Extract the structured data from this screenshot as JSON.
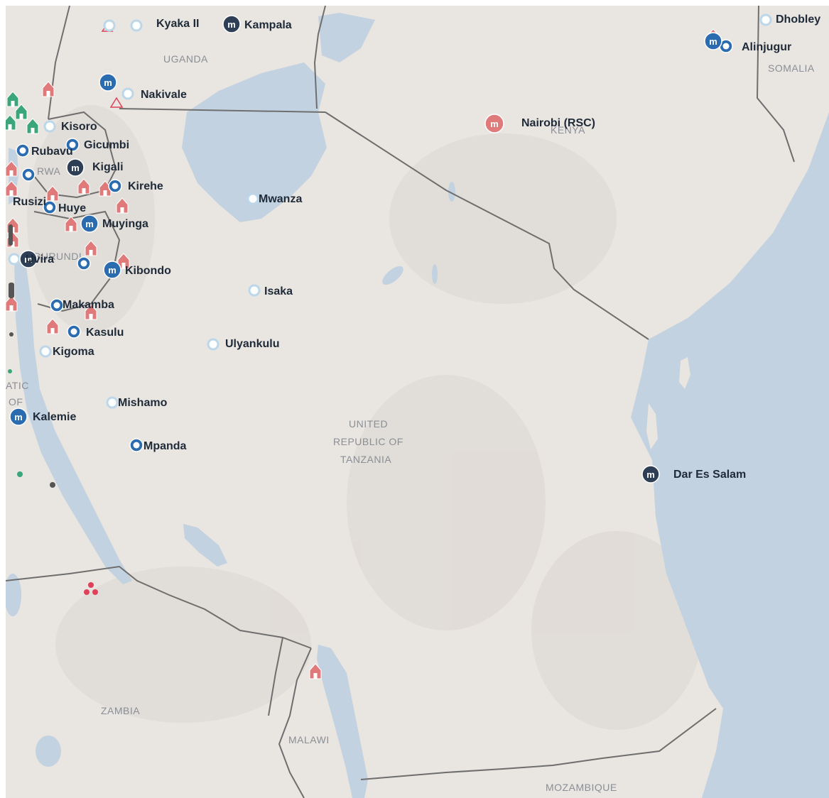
{
  "map": {
    "colors": {
      "land": "#e9e5e1",
      "water": "#c3d2e0",
      "border": "#6e6e6e",
      "office_blue": "#2b6cb0",
      "office_dark": "#2d3e55",
      "light_marker": "#bcd7ea",
      "camp_red": "#e07a7a",
      "green": "#3aa67a"
    },
    "countries": {
      "uganda": "UGANDA",
      "kenya": "KENYA",
      "somalia": "SOMALIA",
      "rwanda": "RWA",
      "burundi": "BURUNDI",
      "drc_1": "ATIC",
      "drc_2": "OF",
      "tanzania_1": "UNITED",
      "tanzania_2": "REPUBLIC OF",
      "tanzania_3": "TANZANIA",
      "zambia": "ZAMBIA",
      "malawi": "MALAWI",
      "mozambique": "MOZAMBIQUE"
    },
    "places": {
      "kyaka": "Kyaka II",
      "kampala": "Kampala",
      "nakivale": "Nakivale",
      "dhobley": "Dhobley",
      "alinjugur": "Alinjugur",
      "nairobi": "Nairobi (RSC)",
      "kisoro": "Kisoro",
      "rubavu": "Rubavu",
      "gicumbi": "Gicumbi",
      "kigali": "Kigali",
      "kirehe": "Kirehe",
      "mwanza": "Mwanza",
      "rusizi": "Rusizi",
      "huye": "Huye",
      "muyinga": "Muyinga",
      "uvira": "Uvira",
      "kibondo": "Kibondo",
      "isaka": "Isaka",
      "makamba": "Makamba",
      "kasulu": "Kasulu",
      "kigoma": "Kigoma",
      "ulyankulu": "Ulyankulu",
      "mishamo": "Mishamo",
      "kalemie": "Kalemie",
      "mpanda": "Mpanda",
      "dar": "Dar Es Salam"
    }
  }
}
